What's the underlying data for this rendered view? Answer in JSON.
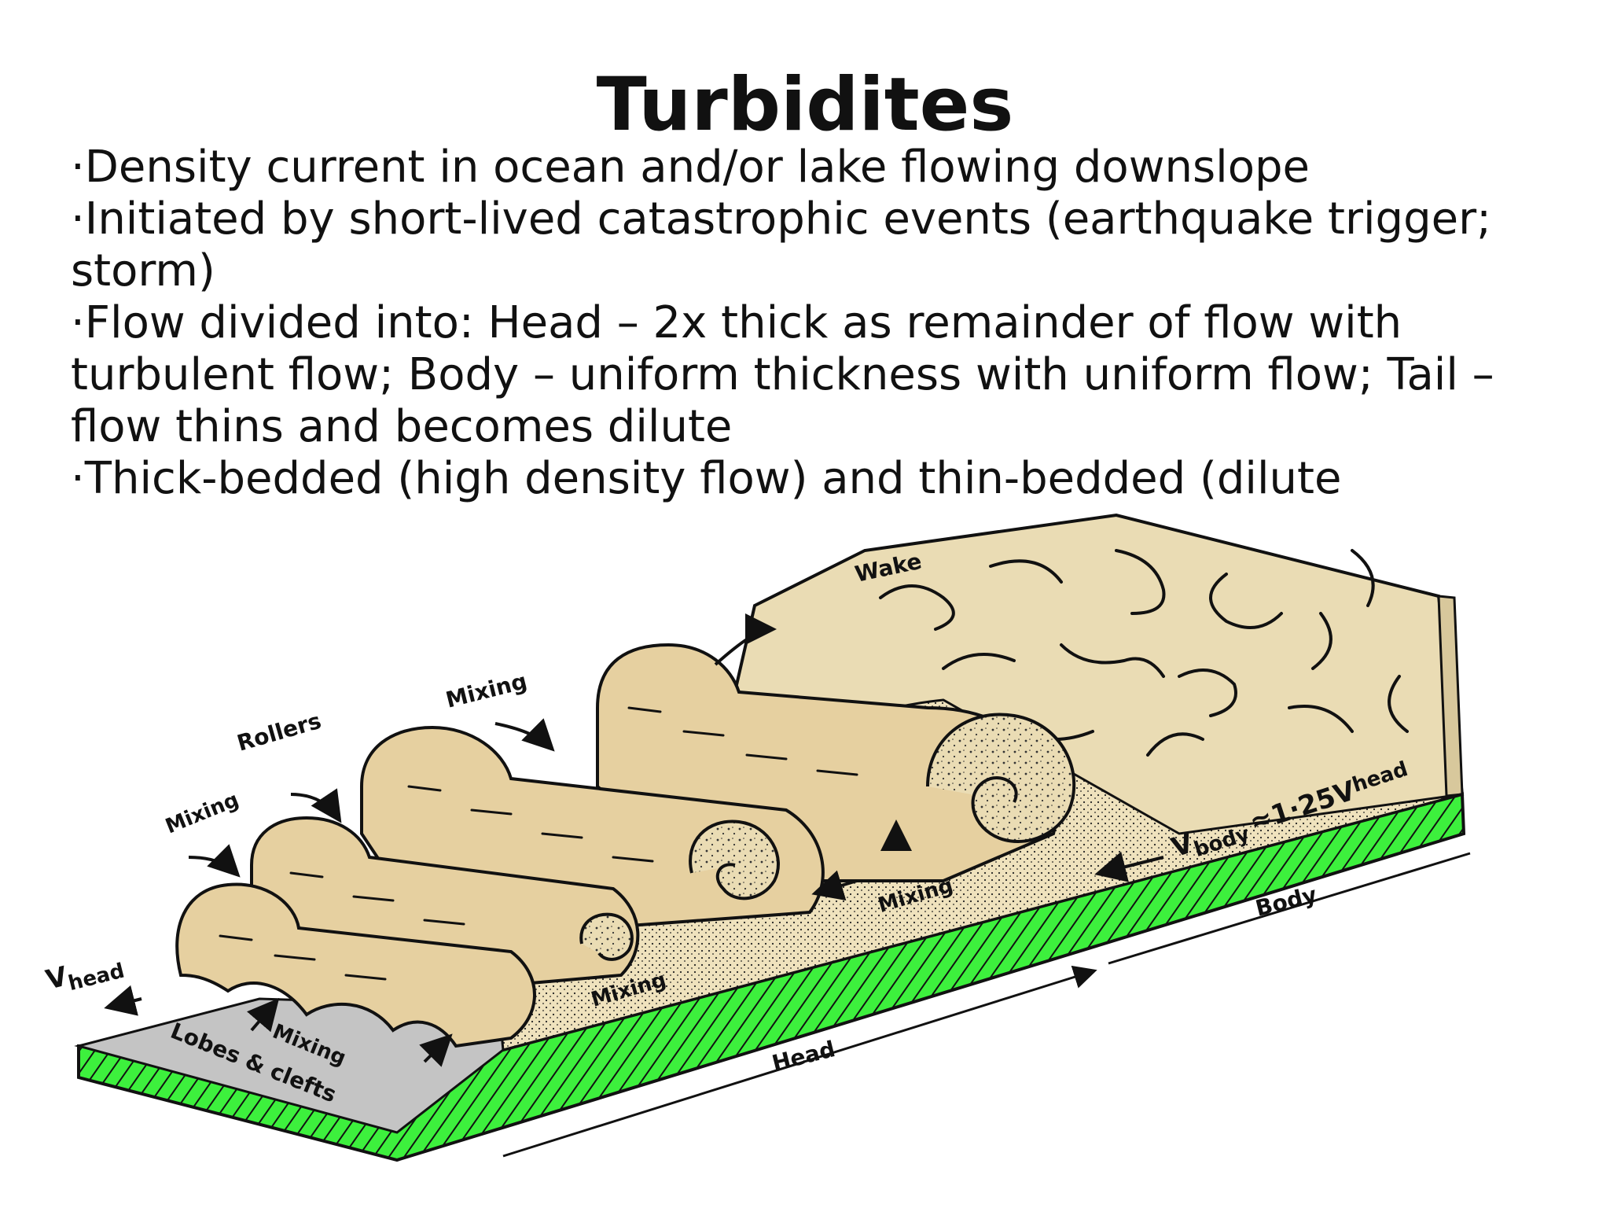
{
  "slide": {
    "title": "Turbidites",
    "bullets": [
      "·Density current in ocean and/or lake flowing downslope",
      "·Initiated by short-lived catastrophic events (earthquake trigger; storm)",
      "·Flow divided into: Head – 2x thick as remainder of flow with turbulent flow; Body – uniform thickness with uniform flow; Tail – flow thins and becomes dilute",
      "·Thick-bedded (high density flow) and thin-bedded (dilute"
    ]
  },
  "diagram": {
    "labels": {
      "wake": "Wake",
      "mixing_top": "Mixing",
      "rollers": "Rollers",
      "mixing_left": "Mixing",
      "v_head_v": "V",
      "v_head_sub": "head",
      "mixing_lobes": "Mixing",
      "lobes_clefts": "Lobes & clefts",
      "mixing_center": "Mixing",
      "mixing_right": "Mixing",
      "v_body_v": "V",
      "v_body_sub": "body",
      "v_body_rel": "≈1·25V",
      "v_body_head": "head",
      "body": "Body",
      "head": "Head"
    },
    "colors": {
      "sediment": "#eadcb4",
      "roller": "#e6d0a0",
      "bed_green": "#3df03d",
      "floor_gray": "#c4c4c4",
      "ink": "#111111"
    }
  }
}
